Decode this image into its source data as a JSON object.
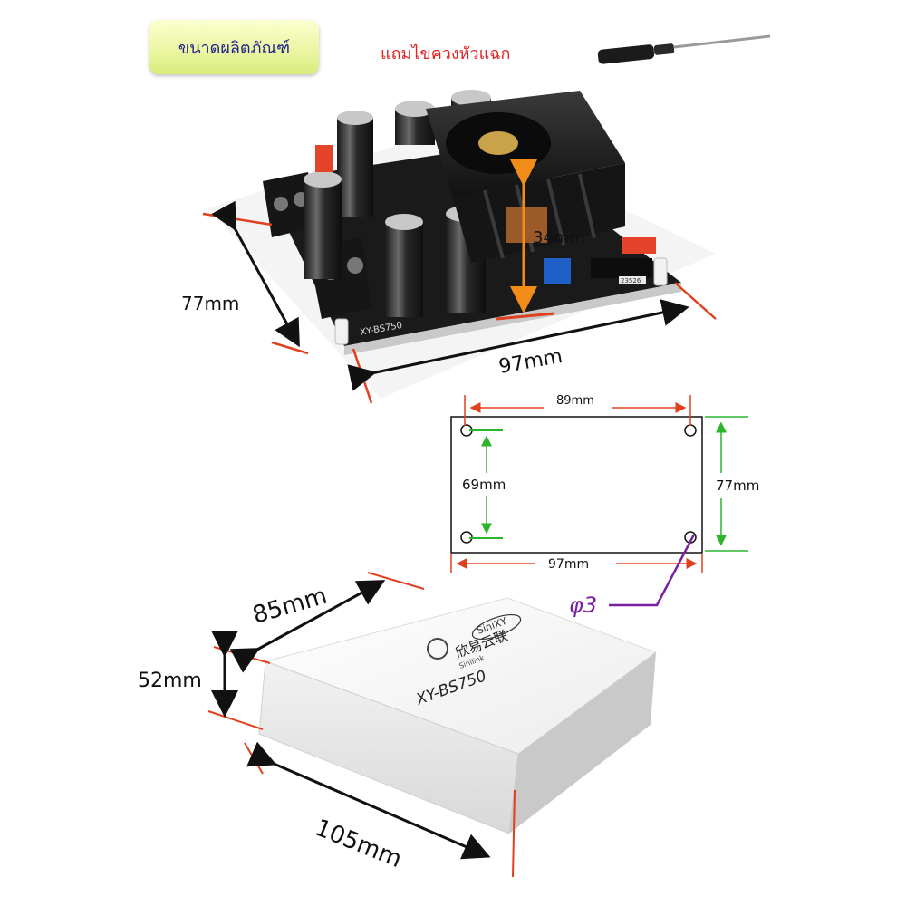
{
  "header": {
    "title_badge": "ขนาดผลิตภัณฑ์",
    "bonus_text": "แถมไขควงหัวแฉก"
  },
  "board": {
    "height_label": "34mm",
    "depth_label": "77mm",
    "width_label": "97mm",
    "model_silk": "XY-BS750",
    "code_label": "23526"
  },
  "drawing": {
    "hole_span_x": "89mm",
    "hole_span_y": "69mm",
    "outer_height": "77mm",
    "outer_width": "97mm",
    "hole_diameter": "φ3"
  },
  "box": {
    "depth_label": "85mm",
    "height_label": "52mm",
    "width_label": "105mm",
    "brand_badge": "SiniXY",
    "brand_cn": "欣易云联",
    "brand_en": "Sinilink",
    "model": "XY-BS750"
  },
  "colors": {
    "red_marker": "#e0401e",
    "green_marker": "#2bb52b",
    "purple_marker": "#7a1fa0",
    "arrow_orange": "#f28c18"
  }
}
